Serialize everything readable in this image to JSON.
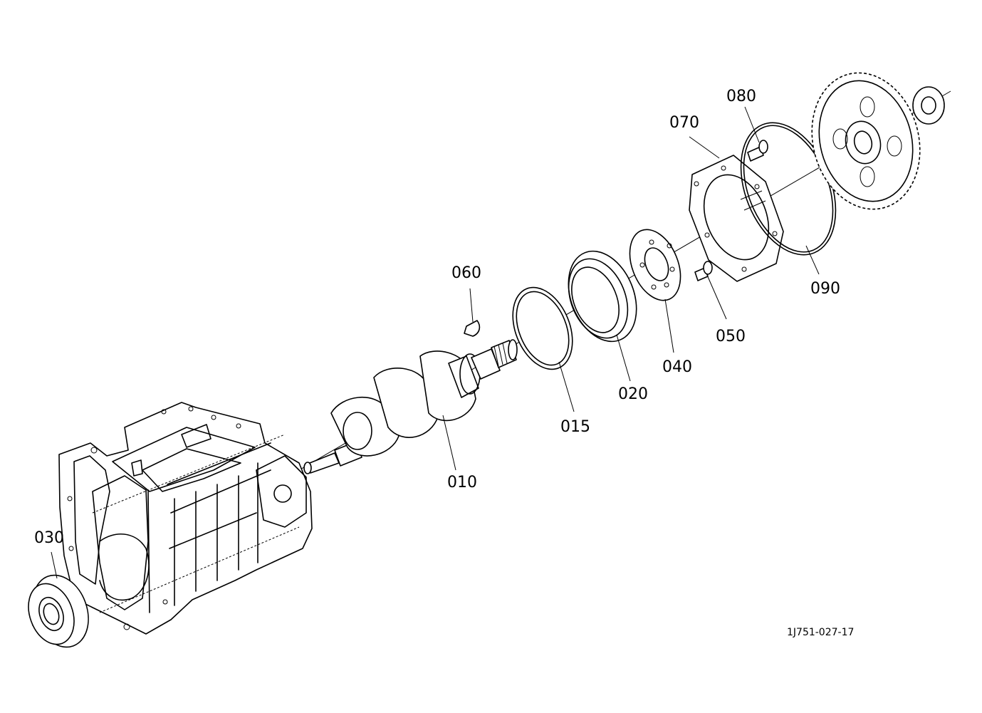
{
  "labels": {
    "p010": "010",
    "p015": "015",
    "p020": "020",
    "p030": "030",
    "p040": "040",
    "p050": "050",
    "p060": "060",
    "p070": "070",
    "p080": "080",
    "p090": "090"
  },
  "drawing_code": "1J751-027-17",
  "colors": {
    "line": "#000000",
    "background": "#ffffff"
  }
}
